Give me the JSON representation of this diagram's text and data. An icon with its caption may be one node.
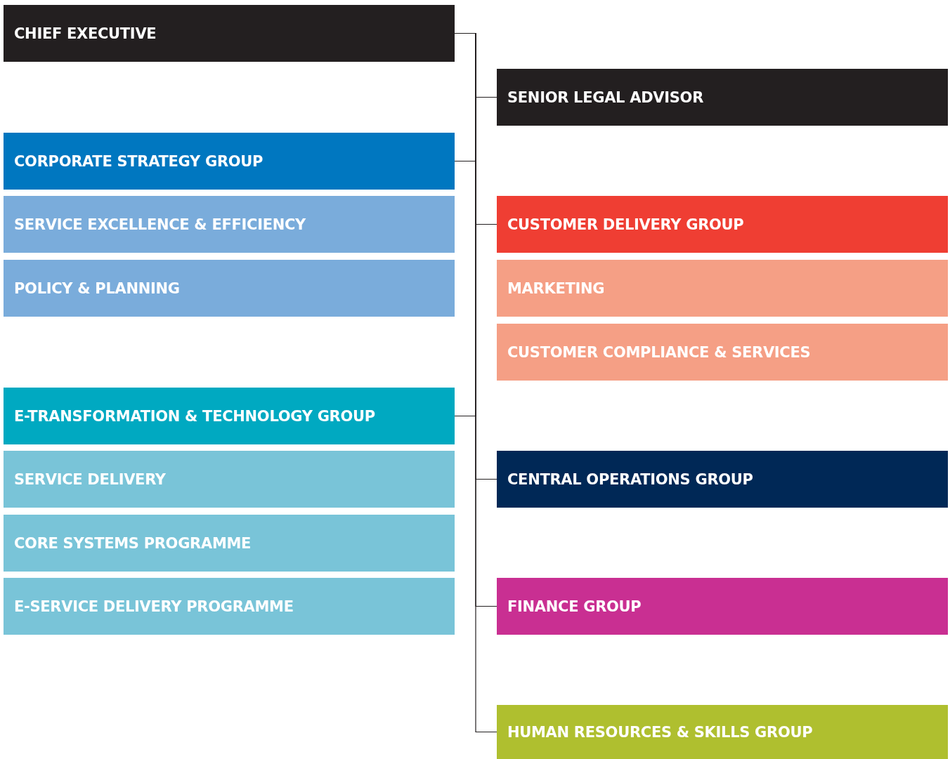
{
  "diagram": {
    "nodes": [
      {
        "text": [
          "CHIEF EXECUTIVE"
        ]
      },
      {
        "text": [
          "SENIOR LEGAL ADVISOR"
        ]
      },
      {
        "text": [
          "CORPORATE STRATEGY GROUP"
        ]
      },
      {
        "text": [
          "SERVICE EXCELLENCE & EFFICIENCY"
        ]
      },
      {
        "text": [
          "CUSTOMER DELIVERY GROUP"
        ]
      },
      {
        "text": [
          "POLICY & PLANNING"
        ]
      },
      {
        "text": [
          "MARKETING"
        ]
      },
      {
        "text": [
          "CUSTOMER COMPLIANCE & SERVICES"
        ]
      },
      {
        "text": [
          "E-TRANSFORMATION & TECHNOLOGY GROUP"
        ]
      },
      {
        "text": [
          "SERVICE DELIVERY"
        ]
      },
      {
        "text": [
          "CENTRAL OPERATIONS GROUP"
        ]
      },
      {
        "text": [
          "CORE SYSTEMS PROGRAMME"
        ]
      },
      {
        "text": [
          "E-SERVICE DELIVERY PROGRAMME"
        ]
      },
      {
        "text": [
          "FINANCE GROUP"
        ]
      },
      {
        "text": [
          "HUMAN RESOURCES & SKILLS GROUP"
        ]
      }
    ],
    "edges": [
      {
        "from": 0,
        "to": 1,
        "arrow": "none"
      },
      {
        "from": 0,
        "to": 2,
        "arrow": "none"
      },
      {
        "from": 0,
        "to": 4,
        "arrow": "none"
      },
      {
        "from": 0,
        "to": 8,
        "arrow": "none"
      },
      {
        "from": 0,
        "to": 10,
        "arrow": "none"
      },
      {
        "from": 0,
        "to": 13,
        "arrow": "none"
      },
      {
        "from": 0,
        "to": 14,
        "arrow": "none"
      }
    ]
  }
}
